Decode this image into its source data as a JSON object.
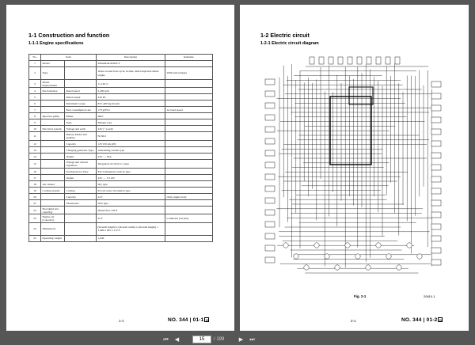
{
  "left_page": {
    "section_title": "1-1 Construction and function",
    "subsection_title": "1-1-1   Engine specifications",
    "table": {
      "headers": [
        "No.",
        "Item",
        "Description",
        "Remarks"
      ],
      "rows": [
        [
          "1",
          "Model",
          "",
          "Mitsubishi 6D22CT",
          ""
        ],
        [
          "2",
          "Type",
          "",
          "Water-cooled four-cycle, in-line, direct-injection diesel engine",
          "With turbocharger"
        ],
        [
          "3",
          "Piston displacement",
          "",
          "11,149 cc",
          ""
        ],
        [
          "4",
          "Per-formance",
          "Rated speed",
          "2,200 rpm",
          ""
        ],
        [
          "5",
          "",
          "Rated output",
          "220 PS",
          ""
        ],
        [
          "6",
          "",
          "Maximum torque",
          "83/1,400 kg-m/rpm",
          ""
        ],
        [
          "7",
          "",
          "Fuel consumption rate",
          "179 g/PS.h",
          "At rated speed"
        ],
        [
          "8",
          "Injection pump",
          "Maker",
          "DKC",
          ""
        ],
        [
          "9",
          "",
          "Type",
          "Plunger type",
          ""
        ],
        [
          "10",
          "Electrical system",
          "Voltage and earth",
          "24V  (−) earth",
          ""
        ],
        [
          "11",
          "",
          "Battery   Model and quantity",
          "N150/2",
          ""
        ],
        [
          "12",
          "",
          "Capacity",
          "12V150 Ah (20)",
          ""
        ],
        [
          "13",
          "",
          "Charging generator   Type",
          "Alternating current type",
          ""
        ],
        [
          "14",
          "",
          "Output",
          "24V  —  30A",
          ""
        ],
        [
          "15",
          "",
          "Voltage and current regulators",
          "Integrated circuit (I.C.) type",
          ""
        ],
        [
          "16",
          "",
          "Starting motor   Type",
          "Electromagnetic push-in type",
          ""
        ],
        [
          "17",
          "",
          "Output",
          "24V  —  5.5 kW",
          ""
        ],
        [
          "18",
          "Air cleaner",
          "",
          "Dry type",
          ""
        ],
        [
          "19",
          "Cooling system",
          "Cooling",
          "Forced water circulation type",
          ""
        ],
        [
          "20",
          "",
          "Capacity",
          "24 ℓ",
          "Only engine body"
        ],
        [
          "21",
          "",
          "Thermostat",
          "Wax type",
          ""
        ],
        [
          "22",
          "Fuel (kind and capacity)",
          "",
          "Diesel fuel, 330 ℓ",
          ""
        ],
        [
          "23",
          "Engine oil (Capacity)",
          "",
          "33 ℓ",
          "Crankcase (oil pan)"
        ],
        [
          "24",
          "Dimensions",
          "",
          "(Overall length) x (Overall width) x (Overall height) = 1,460 x 945 x 1,573",
          ""
        ],
        [
          "25",
          "Operating weight",
          "",
          "1,040",
          ""
        ]
      ]
    },
    "page_number": "1-1",
    "doc_number": "NO. 344 | 01-1",
    "doc_box": "O"
  },
  "right_page": {
    "section_title": "1-2 Electric circuit",
    "subsection_title": "1-2-1   Electric circuit diagram",
    "figure_label": "Fig. 2-1",
    "figure_code": "20610-1",
    "page_number": "2-1",
    "doc_number": "NO. 344 | 01-2",
    "doc_box": "O"
  },
  "toolbar": {
    "current_page": "15",
    "total_pages": "/ 199"
  },
  "icons": [
    "first-page-icon",
    "prev-page-icon",
    "next-page-icon",
    "last-page-icon"
  ]
}
